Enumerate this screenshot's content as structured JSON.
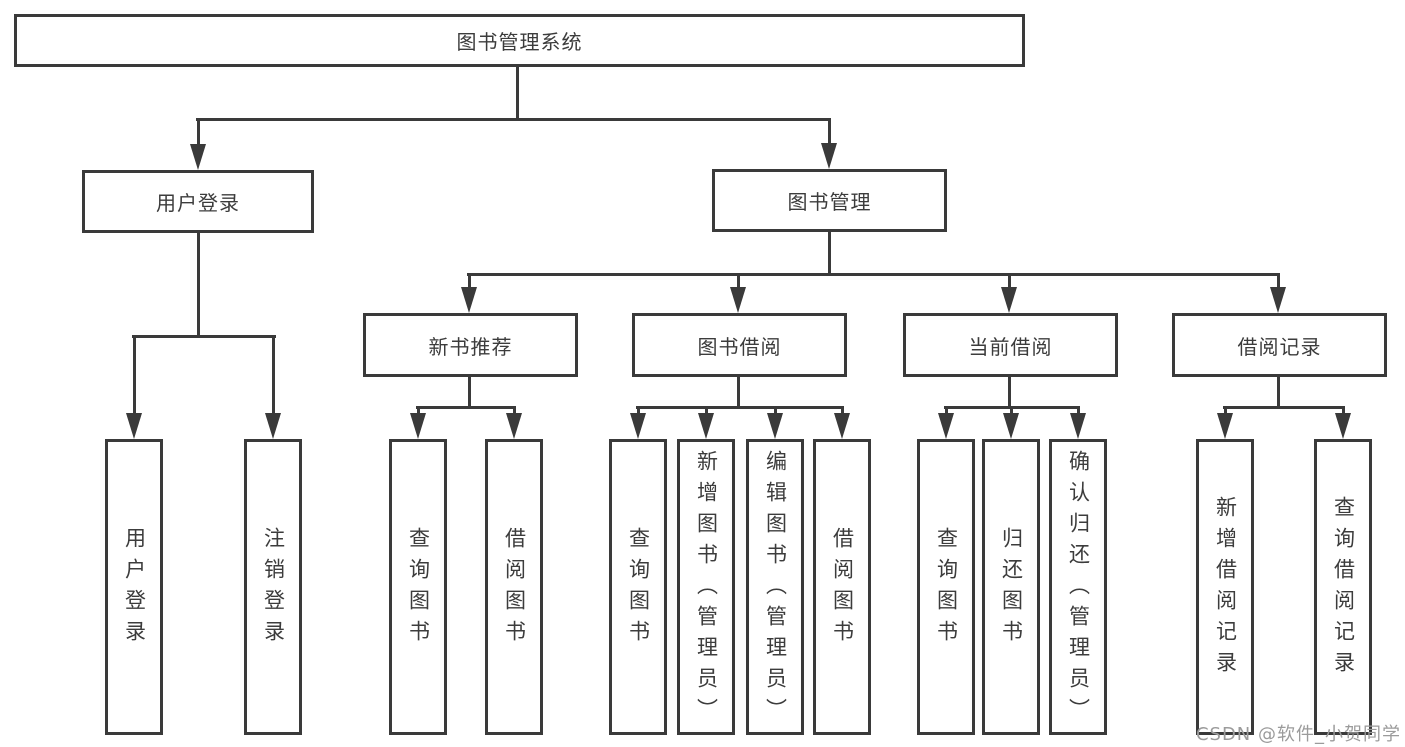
{
  "tree": {
    "label": "图书管理系统",
    "children": [
      {
        "label": "用户登录",
        "children": [
          {
            "label": "用户登录"
          },
          {
            "label": "注销登录"
          }
        ]
      },
      {
        "label": "图书管理",
        "children": [
          {
            "label": "新书推荐",
            "children": [
              {
                "label": "查询图书"
              },
              {
                "label": "借阅图书"
              }
            ]
          },
          {
            "label": "图书借阅",
            "children": [
              {
                "label": "查询图书"
              },
              {
                "label": "新增图书（管理员）"
              },
              {
                "label": "编辑图书（管理员）"
              },
              {
                "label": "借阅图书"
              }
            ]
          },
          {
            "label": "当前借阅",
            "children": [
              {
                "label": "查询图书"
              },
              {
                "label": "归还图书"
              },
              {
                "label": "确认归还（管理员）"
              }
            ]
          },
          {
            "label": "借阅记录",
            "children": [
              {
                "label": "新增借阅记录"
              },
              {
                "label": "查询借阅记录"
              }
            ]
          }
        ]
      }
    ]
  },
  "watermark": {
    "text": "CSDN @软件_小贺同学"
  },
  "colors": {
    "line": "#3a3a3a",
    "text": "#3c3c3c",
    "background": "#ffffff",
    "watermark": "#9b9b9b"
  }
}
